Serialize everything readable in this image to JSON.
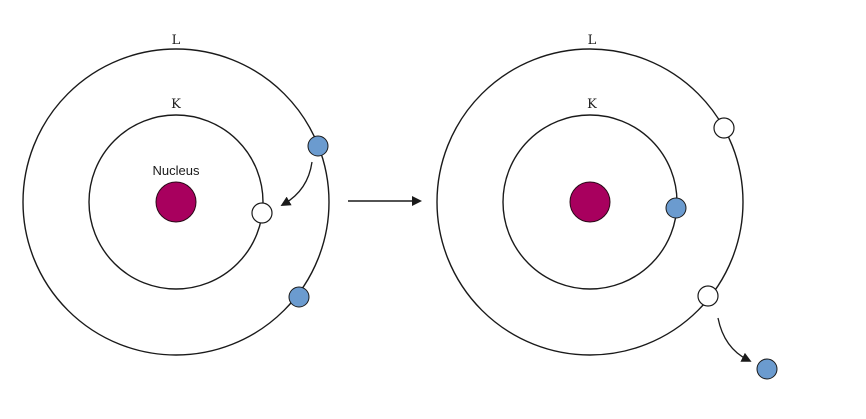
{
  "colors": {
    "nucleus": "#a8005e",
    "electron": "#6b9bcf",
    "vacancy": "#ffffff",
    "line": "#1a1a1a"
  },
  "atom_before": {
    "outer_shell_label": "L",
    "inner_shell_label": "K",
    "nucleus_label": "Nucleus"
  },
  "atom_after": {
    "outer_shell_label": "L",
    "inner_shell_label": "K"
  }
}
